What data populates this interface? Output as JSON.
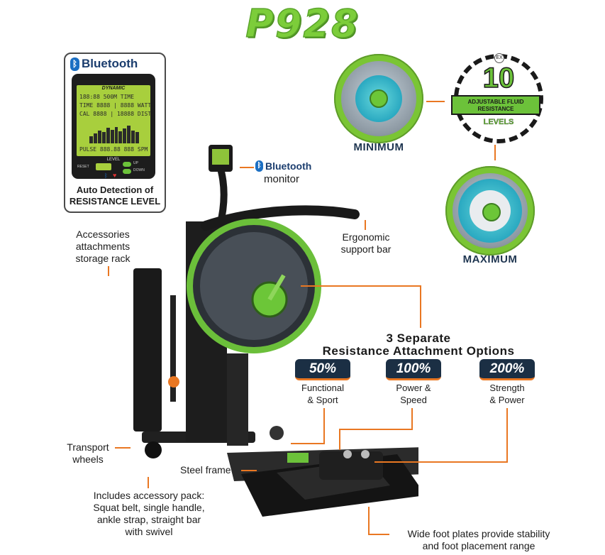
{
  "title": "P928",
  "console_box": {
    "bluetooth_word": "Bluetooth",
    "lcd_brand": "DYNAMIC",
    "lcd_rows": [
      "188:88  500M TIME",
      "TIME 8888 | 8888 WATT",
      "CAL  8888 | 18888 DIST",
      "PULSE 888.88 888  SPM"
    ],
    "lcd_level": "LEVEL",
    "buttons": [
      "RESET",
      "UP",
      "DOWN"
    ],
    "caption_line1": "Auto Detection of",
    "caption_line2": "RESISTANCE LEVEL"
  },
  "monitor_callout": {
    "bluetooth_word": "Bluetooth",
    "word": "monitor"
  },
  "dials": {
    "minimum_label": "MINIMUM",
    "maximum_label": "MAXIMUM"
  },
  "levels_badge": {
    "number": "10",
    "banner_line1": "ADJUSTABLE FLUID",
    "banner_line2": "RESISTANCE",
    "word": "LEVELS",
    "ex_mark": "EX"
  },
  "callouts": {
    "accessories": [
      "Accessories",
      "attachments",
      "storage rack"
    ],
    "ergonomic": [
      "Ergonomic",
      "support bar"
    ],
    "transport": [
      "Transport",
      "wheels"
    ],
    "steel_frame": "Steel frame",
    "accessory_pack": [
      "Includes accessory pack:",
      "Squat belt, single handle,",
      "ankle strap, straight bar",
      "with swivel"
    ],
    "foot_plates": [
      "Wide foot plates provide stability",
      "and foot placement range"
    ]
  },
  "resistance_options": {
    "heading_line1": "3 Separate",
    "heading_line2": "Resistance Attachment Options",
    "options": [
      {
        "percent": "50%",
        "line1": "Functional",
        "line2": "& Sport"
      },
      {
        "percent": "100%",
        "line1": "Power &",
        "line2": "Speed"
      },
      {
        "percent": "200%",
        "line1": "Strength",
        "line2": "& Power"
      }
    ]
  },
  "colors": {
    "brand_green": "#7ccd3a",
    "accent_orange": "#e97722",
    "navy": "#1b2f44",
    "bluetooth_blue": "#1b6fc3"
  }
}
